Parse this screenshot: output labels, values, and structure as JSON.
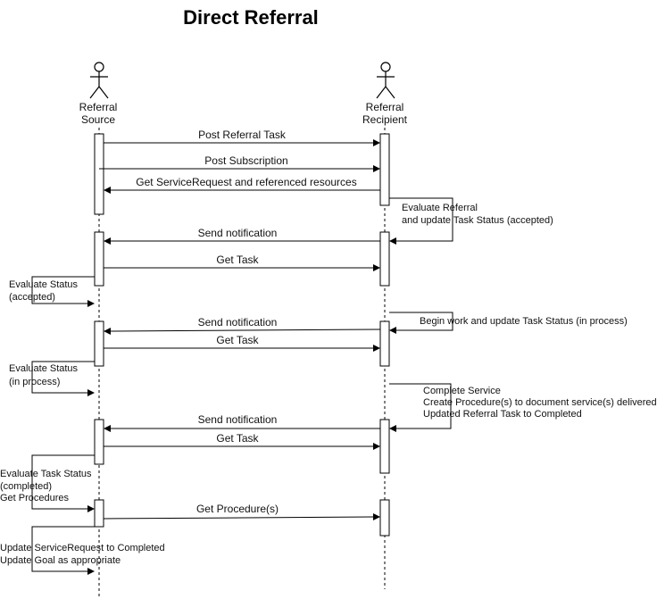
{
  "diagram": {
    "title": "Direct Referral",
    "actors": [
      {
        "id": "source",
        "line1": "Referral",
        "line2": "Source"
      },
      {
        "id": "recipient",
        "line1": "Referral",
        "line2": "Recipient"
      }
    ],
    "messages": [
      "Post Referral Task",
      "Post Subscription",
      "Get ServiceRequest and referenced resources",
      "Send notification",
      "Get Task",
      "Send notification",
      "Get Task",
      "Send notification",
      "Get Task",
      "Get Procedure(s)"
    ],
    "notes_recipient": [
      [
        "Evaluate Referral",
        "and update Task Status (accepted)"
      ],
      [
        "Begin work and update Task Status (in process)"
      ],
      [
        "Complete Service",
        "Create Procedure(s) to document service(s) delivered",
        "Updated Referral Task to Completed"
      ]
    ],
    "notes_source": [
      [
        "Evaluate Status",
        "(accepted)"
      ],
      [
        "Evaluate Status",
        "(in process)"
      ],
      [
        "Evaluate Task Status",
        "(completed)",
        "Get Procedures"
      ],
      [
        "Update ServiceRequest to Completed",
        "Update Goal as appropriate"
      ]
    ]
  }
}
